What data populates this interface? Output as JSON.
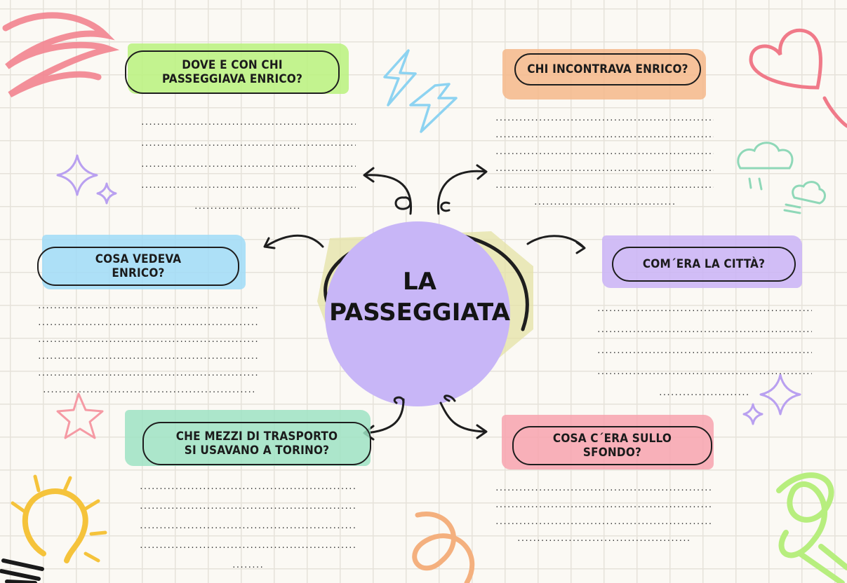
{
  "title": {
    "line1": "LA",
    "line2": "PASSEGGIATA"
  },
  "questions": {
    "q1": "DOVE E CON CHI\nPASSEGGIAVA ENRICO?",
    "q2": "CHI INCONTRAVA ENRICO?",
    "q3": "COSA VEDEVA\nENRICO?",
    "q4": "COM´ERA LA CITTÀ?",
    "q5": "CHE MEZZI DI TRASPORTO\nSI USAVANO A TORINO?",
    "q6": "COSA C´ERA SULLO\nSFONDO?"
  },
  "answer_lines": {
    "line_long": "..............................................................",
    "line_short_1": "..............................",
    "line_short_2": "........................................",
    "line_short_3": "........................",
    "line_short_4": "............................................",
    "line_tiny": "........"
  },
  "colors": {
    "green": "#b9f27c",
    "orange": "#f5b98a",
    "blue": "#9fdcf7",
    "purple": "#c9b3f6",
    "mint": "#9ee3c3",
    "pink": "#f7a3ae",
    "center": "#c8b6f7",
    "yellow": "#e4e2a6"
  },
  "decorations": [
    "scribble-icon",
    "lightning-icon",
    "heart-icon",
    "sparkle-icon",
    "cloud-icon",
    "star-icon",
    "lightbulb-icon",
    "swirl-icon",
    "arrow-icon"
  ]
}
